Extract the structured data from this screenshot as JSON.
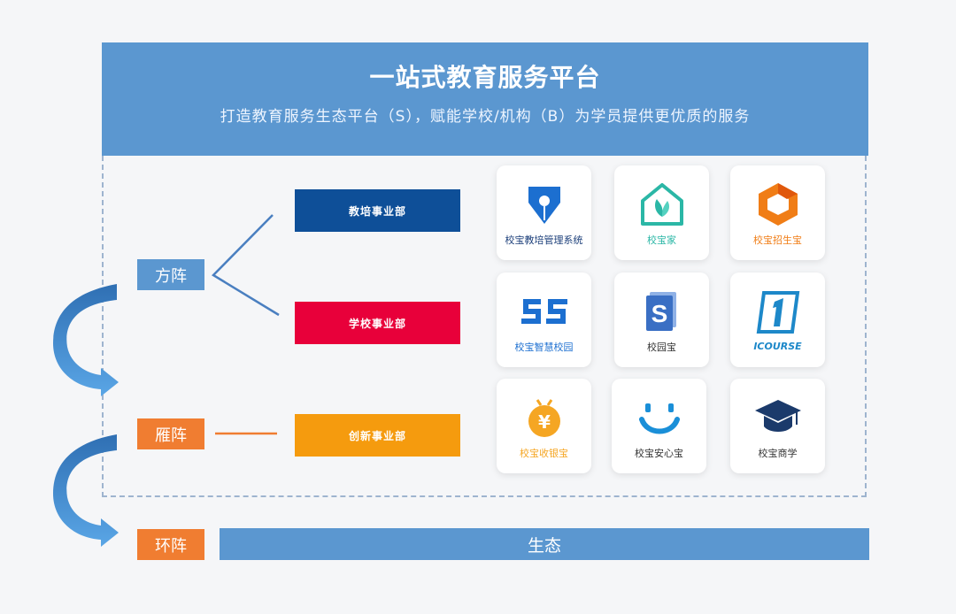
{
  "header": {
    "title": "一站式教育服务平台",
    "subtitle": "打造教育服务生态平台（S），赋能学校/机构（B）为学员提供更优质的服务"
  },
  "tags": {
    "fangzhen": "方阵",
    "yanzhen": "雁阵",
    "huanzhen": "环阵"
  },
  "departments": {
    "jiaopei": "教培事业部",
    "xuexiao": "学校事业部",
    "chuangxin": "创新事业部"
  },
  "ecosystem": "生态",
  "products": [
    {
      "label": "校宝教培管理系统",
      "icon": "pen-nib-icon",
      "color": "#1c6fd0"
    },
    {
      "label": "校宝家",
      "icon": "house-leaf-icon",
      "color": "#2bb7a6"
    },
    {
      "label": "校宝招生宝",
      "icon": "hexagon-icon",
      "color": "#f07d16"
    },
    {
      "label": "校宝智慧校园",
      "icon": "ss-logo-icon",
      "color": "#1c6fd0"
    },
    {
      "label": "校园宝",
      "icon": "s-book-icon",
      "color": "#3a6fc4"
    },
    {
      "label": "ICOURSE",
      "icon": "one-logo-icon",
      "color": "#1d88c9"
    },
    {
      "label": "校宝收银宝",
      "icon": "yuan-coin-icon",
      "color": "#f5a623"
    },
    {
      "label": "校宝安心宝",
      "icon": "smile-icon",
      "color": "#1a8fd8"
    },
    {
      "label": "校宝商学",
      "icon": "graduation-cap-icon",
      "color": "#1b3a6b"
    }
  ],
  "colors": {
    "primary": "#5b97d0",
    "orange": "#f07d31",
    "dept_blue": "#0e4f98",
    "dept_red": "#e8003a",
    "dept_orange": "#f59b0e"
  }
}
